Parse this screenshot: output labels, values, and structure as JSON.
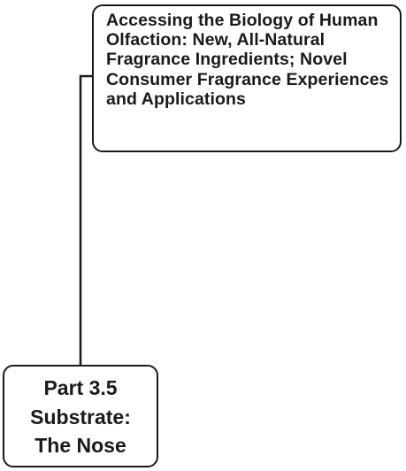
{
  "diagram": {
    "top_box": {
      "text": "Accessing the Biology of Human Olfaction: New, All-Natural Fragrance Ingredients; Novel Consumer Fragrance Experiences and Applications"
    },
    "bottom_box": {
      "line1": "Part 3.5",
      "line2": "Substrate:",
      "line3": "The Nose"
    },
    "colors": {
      "stroke": "#1a1a1a",
      "background": "#ffffff"
    }
  }
}
